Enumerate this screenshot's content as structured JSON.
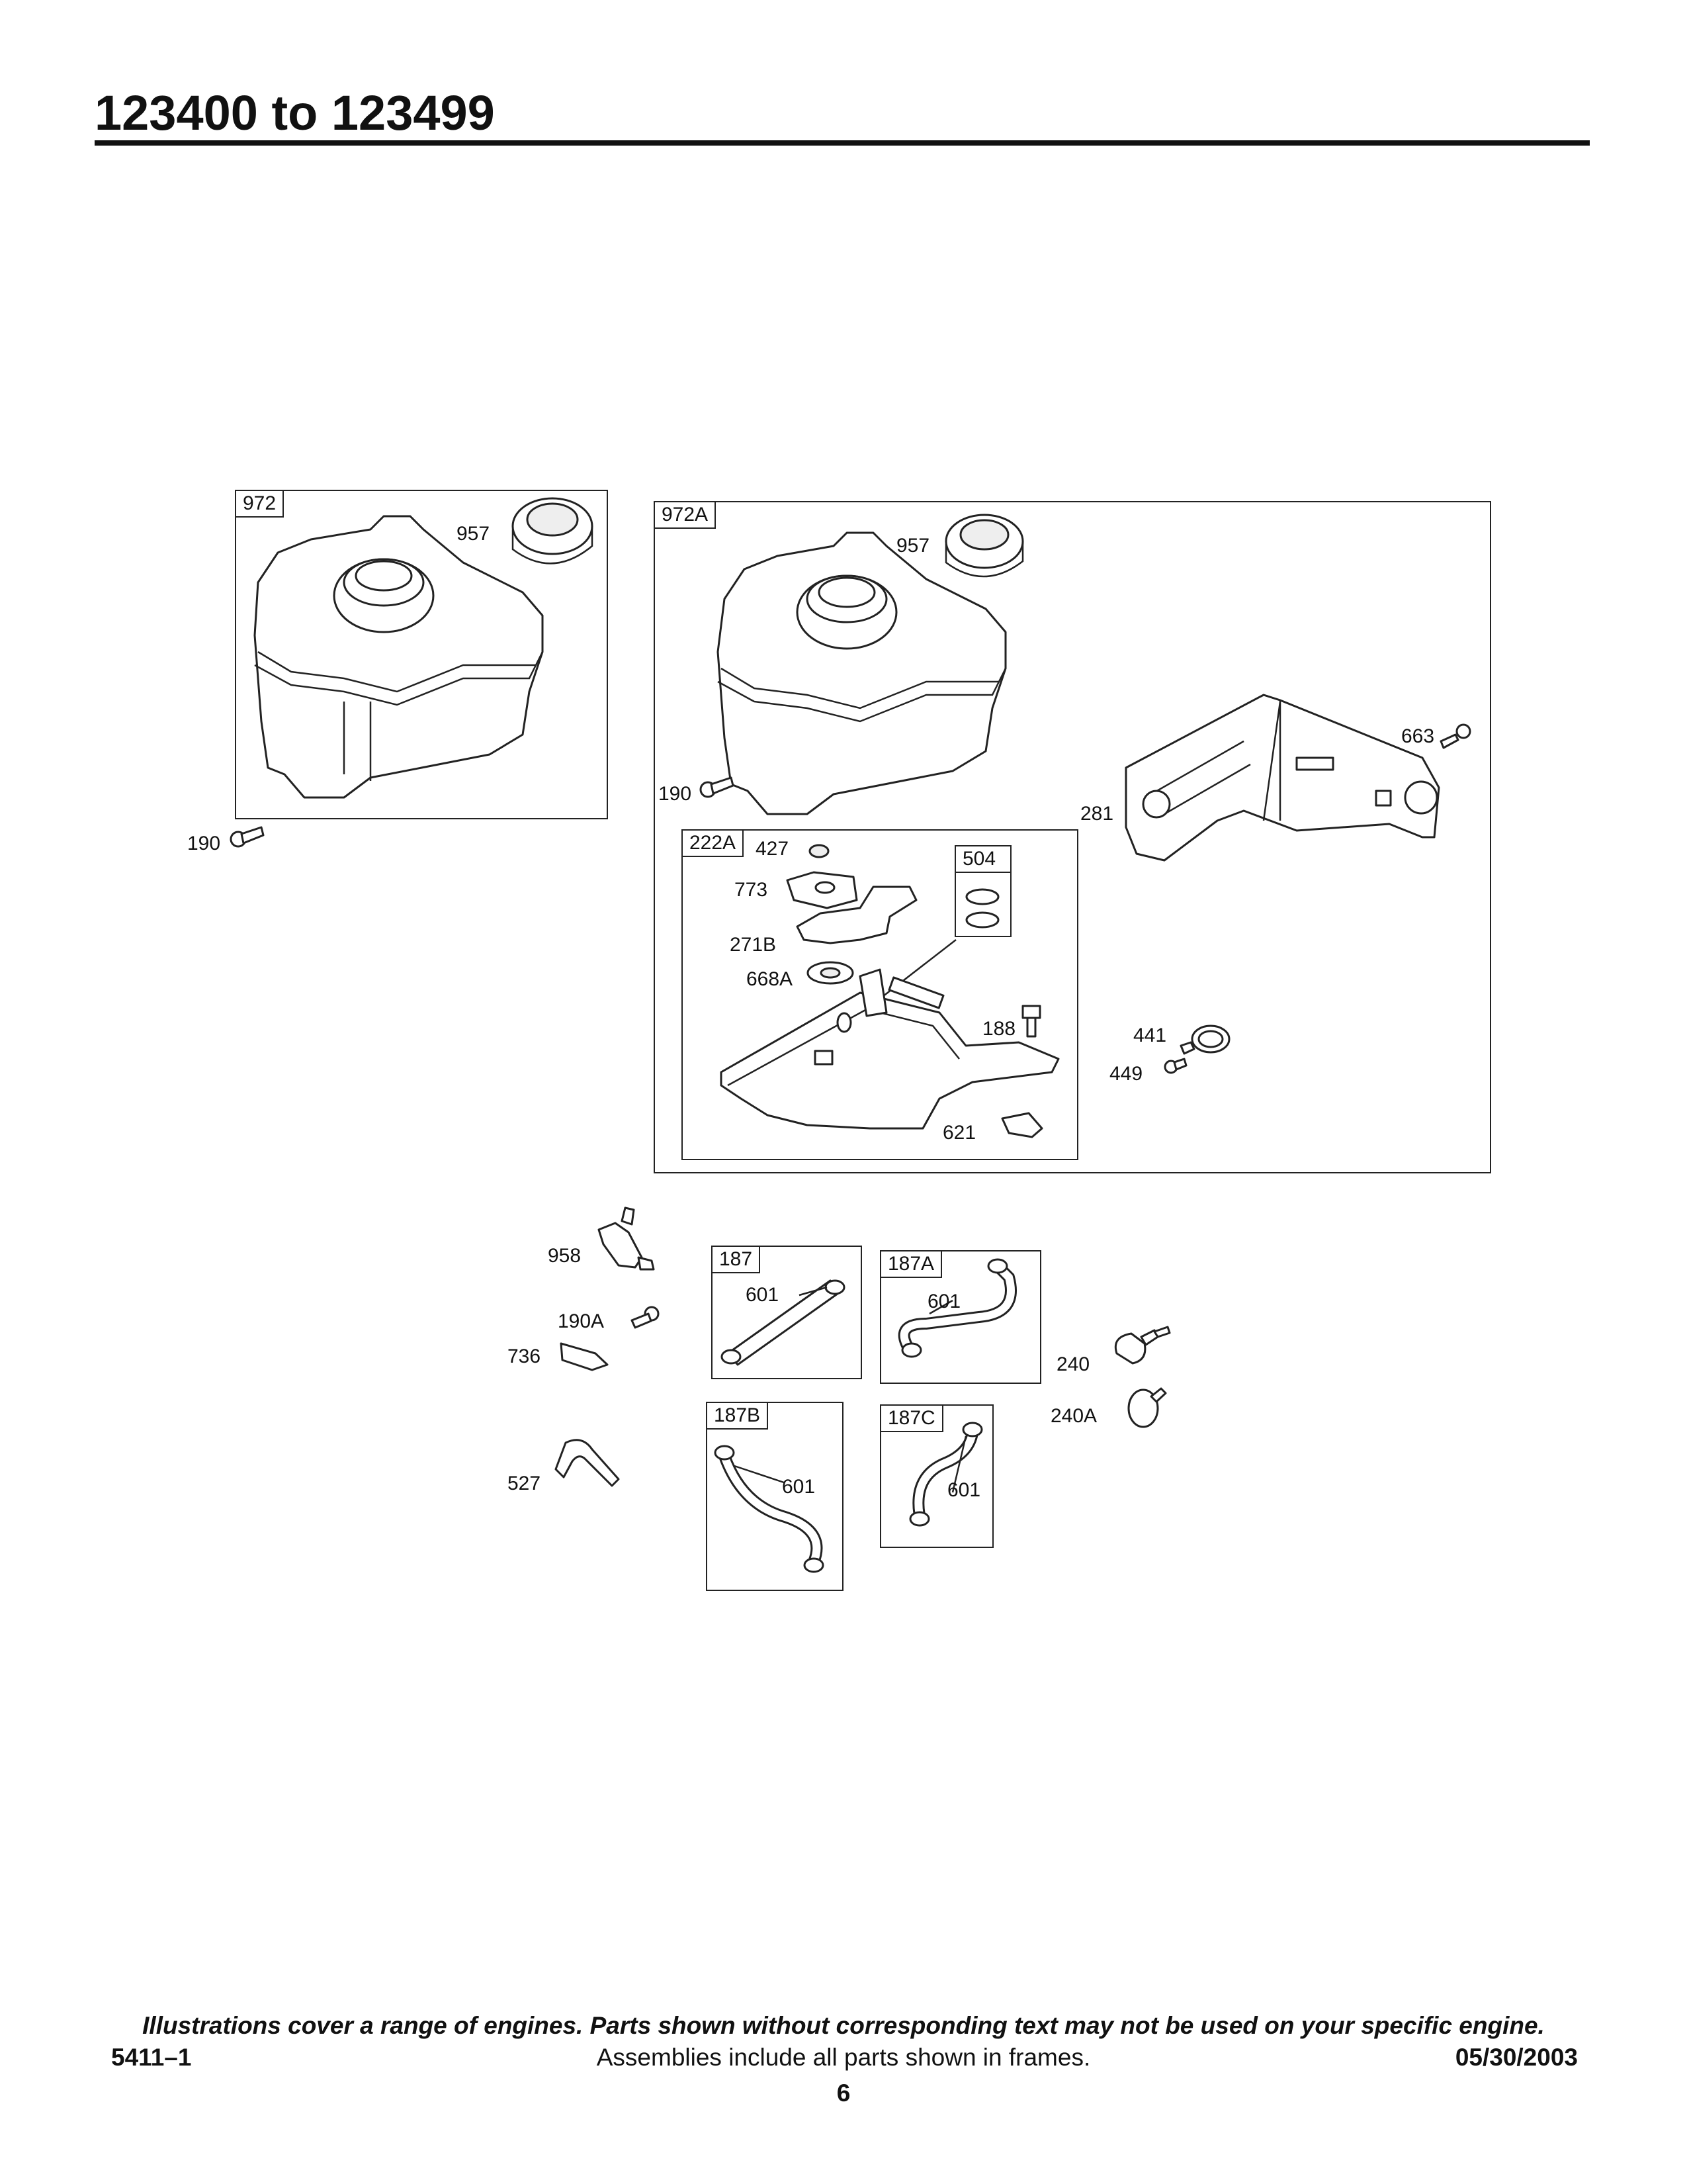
{
  "header": {
    "title": "123400 to 123499"
  },
  "frames": {
    "f972": "972",
    "f972A": "972A",
    "f222A": "222A",
    "f504": "504",
    "f187": "187",
    "f187A": "187A",
    "f187B": "187B",
    "f187C": "187C"
  },
  "labels": {
    "l957a": "957",
    "l190a": "190",
    "l957b": "957",
    "l190b": "190",
    "l663": "663",
    "l281": "281",
    "l427": "427",
    "l773": "773",
    "l271B": "271B",
    "l668A": "668A",
    "l188": "188",
    "l621": "621",
    "l441": "441",
    "l449": "449",
    "l958": "958",
    "l190A": "190A",
    "l736": "736",
    "l527": "527",
    "l601a": "601",
    "l601b": "601",
    "l601c": "601",
    "l601d": "601",
    "l240": "240",
    "l240A": "240A"
  },
  "footer": {
    "note": "Illustrations cover a range of engines. Parts shown without corresponding text may not be used on your specific engine.",
    "doc_number": "5411–1",
    "assemblies_note": "Assemblies include all parts shown in frames.",
    "date": "05/30/2003",
    "page_number": "6"
  }
}
